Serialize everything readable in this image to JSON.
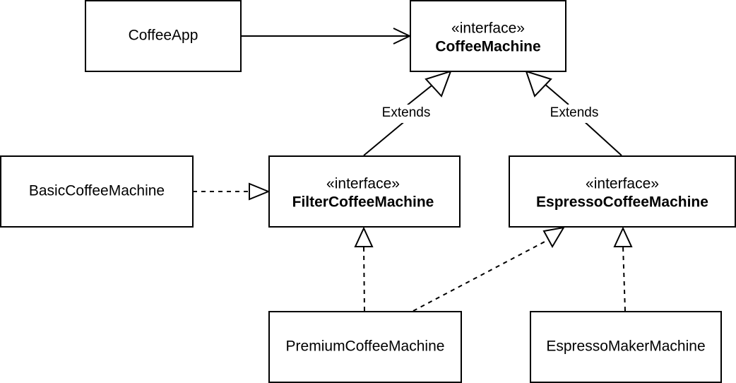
{
  "diagram": {
    "nodes": {
      "coffee_app": {
        "label": "CoffeeApp"
      },
      "coffee_machine": {
        "stereotype": "«interface»",
        "name": "CoffeeMachine"
      },
      "filter_coffee_machine": {
        "stereotype": "«interface»",
        "name": "FilterCoffeeMachine"
      },
      "espresso_coffee_machine": {
        "stereotype": "«interface»",
        "name": "EspressoCoffeeMachine"
      },
      "basic_coffee_machine": {
        "label": "BasicCoffeeMachine"
      },
      "premium_coffee_machine": {
        "label": "PremiumCoffeeMachine"
      },
      "espresso_maker_machine": {
        "label": "EspressoMakerMachine"
      }
    },
    "edges": {
      "filter_extends_label": "Extends",
      "espresso_extends_label": "Extends"
    }
  }
}
